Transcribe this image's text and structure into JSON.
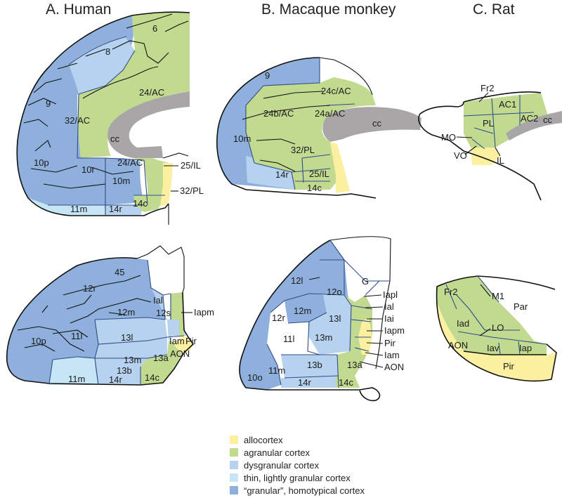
{
  "titles": {
    "human": "A. Human",
    "macaque": "B. Macaque monkey",
    "rat": "C. Rat"
  },
  "labels": {
    "human_medial": {
      "a6": "6",
      "a8": "8",
      "a9": "9",
      "a24ac_top": "24/AC",
      "a32ac": "32/AC",
      "cc": "cc",
      "a10p": "10p",
      "a10r": "10r",
      "a10m": "10m",
      "a24ac_low": "24/AC",
      "a25il": "25/IL",
      "a32pl": "32/PL",
      "a14c": "14c",
      "a11m": "11m",
      "a14r": "14r"
    },
    "human_orbital": {
      "a45": "45",
      "a12r": "12r",
      "a12m": "12m",
      "a10p": "10p",
      "a11l": "11l",
      "a13l": "13l",
      "a13m": "13m",
      "a13b": "13b",
      "a13a": "13a",
      "a11m": "11m",
      "a14r": "14r",
      "a14c": "14c",
      "ial": "Ial",
      "a12s": "12s",
      "iapm": "Iapm",
      "iam": "Iam",
      "pir": "Pir",
      "aon": "AON"
    },
    "macaque_medial": {
      "a9": "9",
      "a24cac": "24c/AC",
      "a24bac": "24b/AC",
      "a24aac": "24a/AC",
      "a10m": "10m",
      "cc": "cc",
      "a32pl": "32/PL",
      "a25il": "25/IL",
      "a14r": "14r",
      "a14c": "14c"
    },
    "macaque_orbital": {
      "a12l": "12l",
      "g": "G",
      "a12o": "12o",
      "a12m": "12m",
      "a12r": "12r",
      "a13l": "13l",
      "a11l": "11l",
      "a13m": "13m",
      "a13b": "13b",
      "a13a": "13a",
      "a11m": "11m",
      "a10o": "10o",
      "a14r": "14r",
      "a14c": "14c",
      "iapl": "Iapl",
      "ial": "Ial",
      "iai": "Iai",
      "iapm": "Iapm",
      "pir": "Pir",
      "iam": "Iam",
      "aon": "AON"
    },
    "rat_medial": {
      "fr2": "Fr2",
      "ac1": "AC1",
      "ac2": "AC2",
      "pl": "PL",
      "cc": "cc",
      "mo": "MO",
      "vo": "VO",
      "il": "IL"
    },
    "rat_orbital": {
      "fr2": "Fr2",
      "m1": "M1",
      "par": "Par",
      "iad": "Iad",
      "lo": "LO",
      "aon": "AON",
      "iav": "Iav",
      "iap": "Iap",
      "pir": "Pir"
    }
  },
  "legend": [
    {
      "label": "allocortex",
      "color": "#fbf0a0"
    },
    {
      "label": "agranular cortex",
      "color": "#c2da8f"
    },
    {
      "label": "dysgranular cortex",
      "color": "#b6d2ee"
    },
    {
      "label": "thin, lightly granular cortex",
      "color": "#c6e6f5"
    },
    {
      "label": "“granular”, homotypical cortex",
      "color": "#8fb0dc"
    }
  ]
}
